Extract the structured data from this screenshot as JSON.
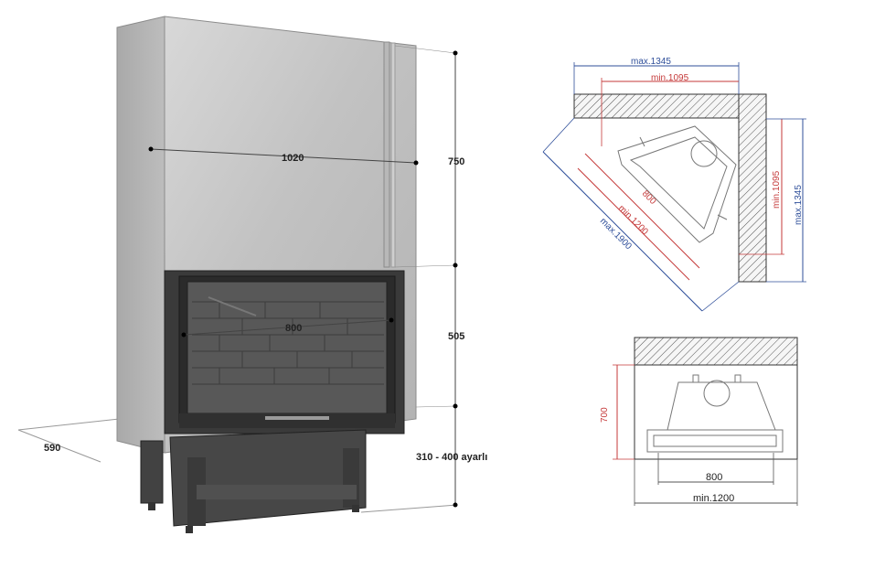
{
  "left_view": {
    "width_upper": "1020",
    "height_upper": "750",
    "firebox_width": "800",
    "firebox_height": "505",
    "depth": "590",
    "leg_height": "310 - 400 ayarlı"
  },
  "corner_plan": {
    "max_top": "max.1345",
    "min_top": "min.1095",
    "min_side": "min.1095",
    "max_side": "max.1345",
    "diag_800": "800",
    "diag_min": "min.1200",
    "diag_max": "max.1900"
  },
  "wall_plan": {
    "depth": "700",
    "width_800": "800",
    "width_min": "min.1200"
  },
  "colors": {
    "steel": "#c9c9c9",
    "frame": "#333333",
    "blue": "#2f4f9a",
    "red": "#c53a3a"
  }
}
